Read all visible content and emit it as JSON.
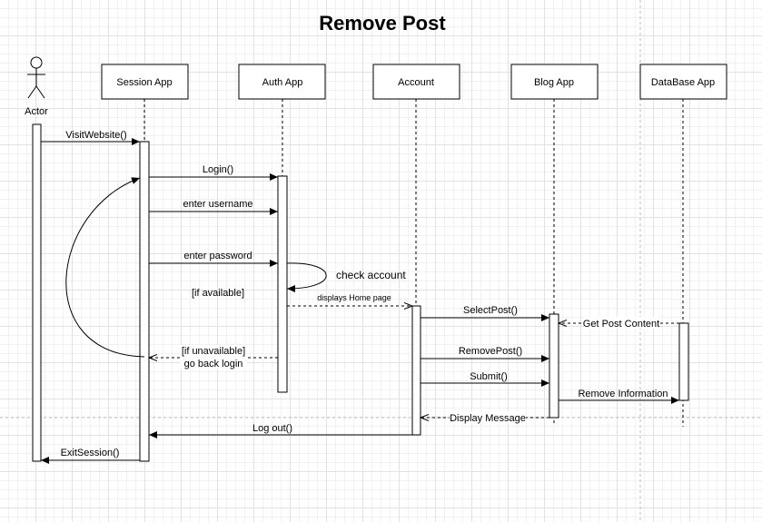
{
  "title": "Remove Post",
  "actor": {
    "label": "Actor"
  },
  "participants": {
    "session": "Session App",
    "auth": "Auth App",
    "account": "Account",
    "blog": "Blog App",
    "database": "DataBase App"
  },
  "messages": {
    "visit_website": "VisitWebsite()",
    "login": "Login()",
    "enter_username": "enter username",
    "enter_password": "enter  password",
    "check_account": "check account",
    "if_available": "[if available]",
    "displays_home": "displays Home page",
    "select_post": "SelectPost()",
    "get_post_content": "Get Post Content",
    "if_unavailable": "[if unavailable]",
    "go_back_login": "go back login",
    "remove_post": "RemovePost()",
    "submit": "Submit()",
    "remove_information": "Remove Information",
    "display_message": "Display Message",
    "log_out": "Log out()",
    "exit_session": "ExitSession()"
  }
}
